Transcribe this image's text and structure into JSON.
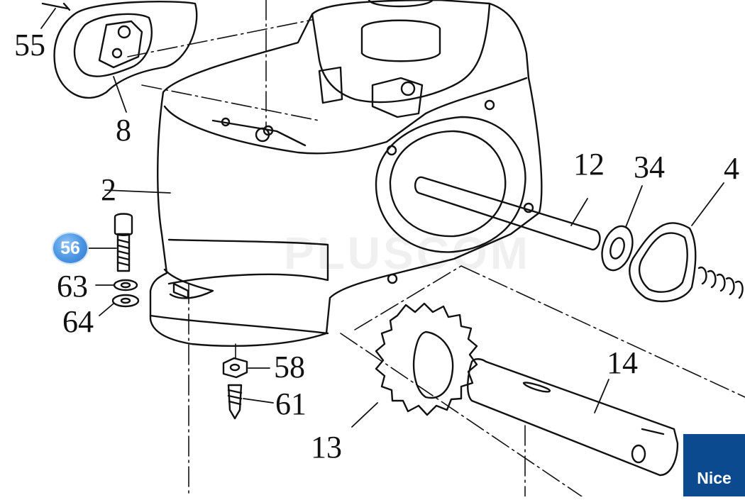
{
  "diagram": {
    "callouts": {
      "p55": "55",
      "p8": "8",
      "p2": "2",
      "p56": "56",
      "p63": "63",
      "p64": "64",
      "p12": "12",
      "p34": "34",
      "p4": "4",
      "p58": "58",
      "p61": "61",
      "p13": "13",
      "p14": "14"
    },
    "highlighted_callout": "56",
    "watermark": "PLUSCOM"
  },
  "brand": {
    "logo_text": "Nice",
    "color": "#0b4a8f"
  },
  "colors": {
    "line": "#111111",
    "badge": "#4a94e2"
  }
}
